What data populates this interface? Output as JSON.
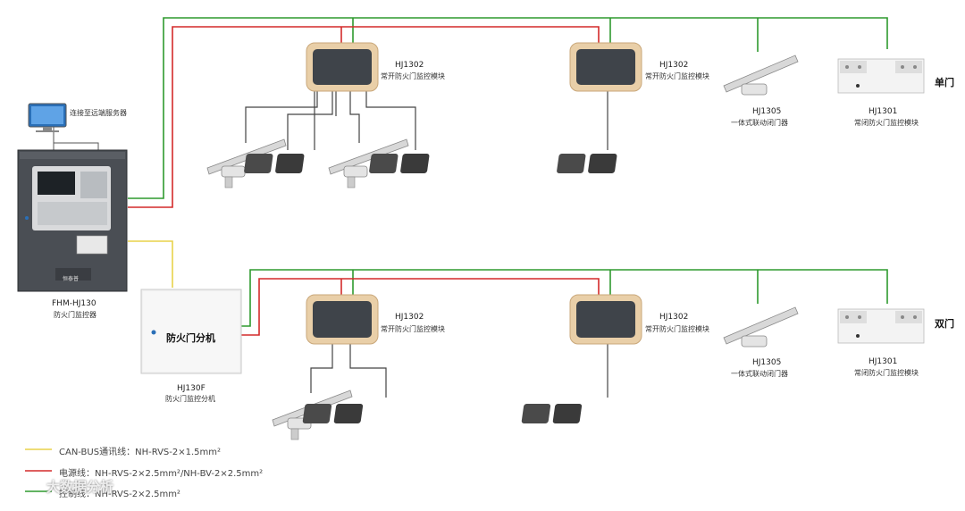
{
  "colors": {
    "can_bus": "#e8d24a",
    "power": "#d32a2a",
    "control": "#2e9a2e",
    "wire": "#444444"
  },
  "top_section": {
    "tag": "单门"
  },
  "bottom_section": {
    "tag": "双门"
  },
  "server": {
    "label": "连接至远端服务器"
  },
  "controller": {
    "model": "FHM-HJ130",
    "name": "防火门监控器",
    "brand": "恒泰普"
  },
  "sub_controller": {
    "model": "HJ130F",
    "name": "防火门监控分机",
    "panel_text": "防火门分机"
  },
  "modules": {
    "top_1": {
      "model": "HJ1302",
      "name": "常开防火门监控模块"
    },
    "top_2": {
      "model": "HJ1302",
      "name": "常开防火门监控模块"
    },
    "bottom_1": {
      "model": "HJ1302",
      "name": "常开防火门监控模块"
    },
    "bottom_2": {
      "model": "HJ1302",
      "name": "常开防火门监控模块"
    },
    "closer_top": {
      "model": "HJ1305",
      "name": "一体式联动闭门器"
    },
    "closer_bottom": {
      "model": "HJ1305",
      "name": "一体式联动闭门器"
    },
    "closed_top": {
      "model": "HJ1301",
      "name": "常闭防火门监控模块"
    },
    "closed_bottom": {
      "model": "HJ1301",
      "name": "常闭防火门监控模块"
    }
  },
  "legend": [
    {
      "text": "CAN-BUS通讯线：NH-RVS-2×1.5mm²",
      "color": "#e8d24a"
    },
    {
      "text": "电源线：NH-RVS-2×2.5mm²/NH-BV-2×2.5mm²",
      "color": "#d32a2a"
    },
    {
      "text": "控制线：NH-RVS-2×2.5mm²",
      "color": "#2e9a2e"
    }
  ],
  "watermark": "大数据分析"
}
